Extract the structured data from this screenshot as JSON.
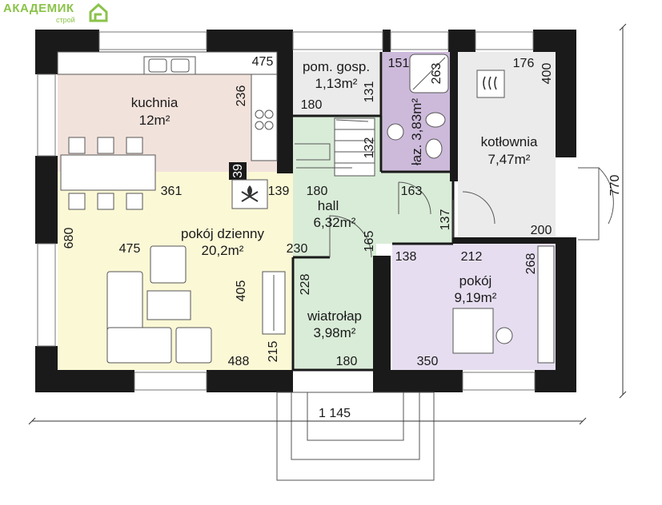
{
  "logo": {
    "main": "АКАДЕМИК",
    "sub": "строй"
  },
  "rooms": {
    "kuchnia": {
      "name": "kuchnia",
      "area": "12m²"
    },
    "pom": {
      "name": "pom. gosp.",
      "area": "1,13m²"
    },
    "laz": {
      "name": "łaz. 3,83m²"
    },
    "kotlownia": {
      "name": "kotłownia",
      "area": "7,47m²"
    },
    "hall": {
      "name": "hall",
      "area": "6,32m²"
    },
    "dzienny": {
      "name": "pokój dzienny",
      "area": "20,2m²"
    },
    "wiatrolap": {
      "name": "wiatrołap",
      "area": "3,98m²"
    },
    "pokoj": {
      "name": "pokój",
      "area": "9,19m²"
    }
  },
  "dimensions": {
    "d475a": "475",
    "d236": "236",
    "d180a": "180",
    "d131": "131",
    "d151": "151",
    "d263": "263",
    "d176": "176",
    "d400": "400",
    "d132": "132",
    "d39": "39",
    "d361": "361",
    "d139": "139",
    "d180b": "180",
    "d163": "163",
    "d137": "137",
    "d200": "200",
    "d680": "680",
    "d475b": "475",
    "d230": "230",
    "d165": "165",
    "d138": "138",
    "d212": "212",
    "d268": "268",
    "d405": "405",
    "d228": "228",
    "d215": "215",
    "d488": "488",
    "d180c": "180",
    "d350": "350",
    "d1145": "1 145",
    "d770": "770"
  }
}
